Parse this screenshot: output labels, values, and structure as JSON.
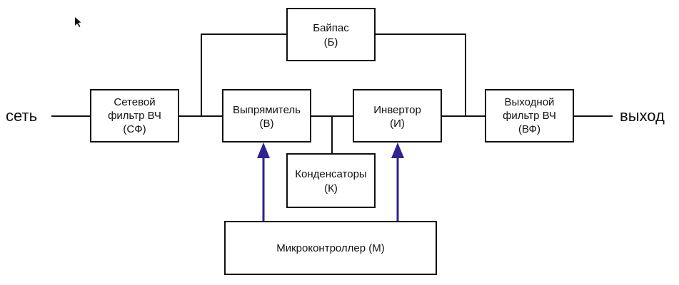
{
  "diagram": {
    "input_label": "сеть",
    "output_label": "выход",
    "blocks": {
      "bypass": {
        "line1": "Байпас",
        "line2": "(Б)"
      },
      "line_filter": {
        "line1": "Сетевой",
        "line2": "фильтр ВЧ",
        "line3": "(СФ)"
      },
      "rectifier": {
        "line1": "Выпрямитель",
        "line2": "(В)"
      },
      "inverter": {
        "line1": "Инвертор",
        "line2": "(И)"
      },
      "output_filter": {
        "line1": "Выходной",
        "line2": "фильтр ВЧ",
        "line3": "(ВФ)"
      },
      "capacitors": {
        "line1": "Конденсаторы",
        "line2": "(К)"
      },
      "microcontroller": {
        "line1": "Микроконтроллер (М)"
      }
    },
    "colors": {
      "control_arrow": "#2e2391",
      "stroke": "#111111",
      "background": "#ffffff"
    }
  }
}
